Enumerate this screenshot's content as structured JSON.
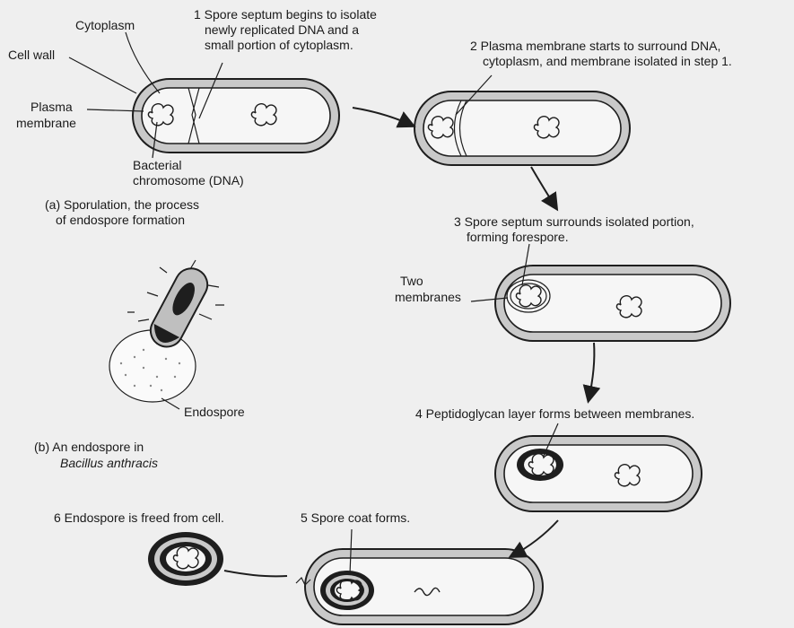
{
  "labels": {
    "cytoplasm": "Cytoplasm",
    "cell_wall": "Cell wall",
    "plasma_1": "Plasma",
    "plasma_2": "membrane",
    "bacterial_1": "Bacterial",
    "bacterial_2": "chromosome (DNA)",
    "two_membranes_1": "Two",
    "two_membranes_2": "membranes",
    "endospore": "Endospore"
  },
  "steps": {
    "s1": [
      "1 Spore septum begins to isolate",
      "newly replicated DNA and a",
      "small portion of cytoplasm."
    ],
    "s2": [
      "2 Plasma membrane starts to surround DNA,",
      "cytoplasm, and membrane isolated in step 1."
    ],
    "s3": [
      "3 Spore septum surrounds isolated portion,",
      "forming forespore."
    ],
    "s4": "4 Peptidoglycan layer forms between membranes.",
    "s5": "5 Spore coat forms.",
    "s6": "6 Endospore is freed from cell."
  },
  "captions": {
    "a": [
      "(a) Sporulation, the process",
      "of endospore formation"
    ],
    "b1": "(b) An endospore in",
    "b2": "Bacillus anthracis"
  }
}
